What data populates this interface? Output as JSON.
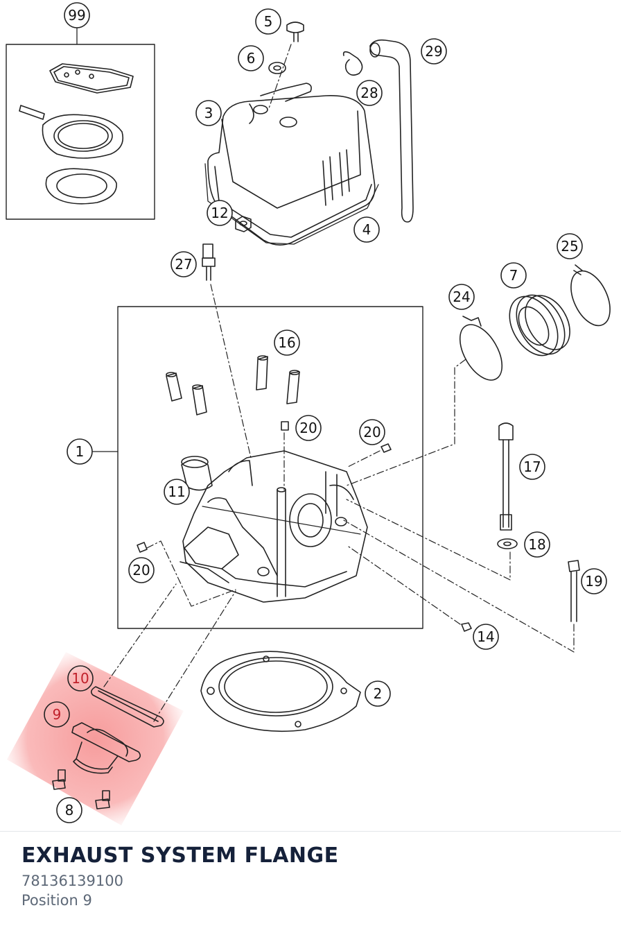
{
  "callouts": [
    {
      "id": "callout-99",
      "label": "99",
      "highlight": false
    },
    {
      "id": "callout-5",
      "label": "5",
      "highlight": false
    },
    {
      "id": "callout-6",
      "label": "6",
      "highlight": false
    },
    {
      "id": "callout-29",
      "label": "29",
      "highlight": false
    },
    {
      "id": "callout-28",
      "label": "28",
      "highlight": false
    },
    {
      "id": "callout-3",
      "label": "3",
      "highlight": false
    },
    {
      "id": "callout-12",
      "label": "12",
      "highlight": false
    },
    {
      "id": "callout-4",
      "label": "4",
      "highlight": false
    },
    {
      "id": "callout-25",
      "label": "25",
      "highlight": false
    },
    {
      "id": "callout-27",
      "label": "27",
      "highlight": false
    },
    {
      "id": "callout-7",
      "label": "7",
      "highlight": false
    },
    {
      "id": "callout-24",
      "label": "24",
      "highlight": false
    },
    {
      "id": "callout-16",
      "label": "16",
      "highlight": false
    },
    {
      "id": "callout-20a",
      "label": "20",
      "highlight": false
    },
    {
      "id": "callout-20b",
      "label": "20",
      "highlight": false
    },
    {
      "id": "callout-1",
      "label": "1",
      "highlight": false
    },
    {
      "id": "callout-17",
      "label": "17",
      "highlight": false
    },
    {
      "id": "callout-11",
      "label": "11",
      "highlight": false
    },
    {
      "id": "callout-18",
      "label": "18",
      "highlight": false
    },
    {
      "id": "callout-19",
      "label": "19",
      "highlight": false
    },
    {
      "id": "callout-20c",
      "label": "20",
      "highlight": false
    },
    {
      "id": "callout-14",
      "label": "14",
      "highlight": false
    },
    {
      "id": "callout-10",
      "label": "10",
      "highlight": true
    },
    {
      "id": "callout-2",
      "label": "2",
      "highlight": false
    },
    {
      "id": "callout-9",
      "label": "9",
      "highlight": true
    },
    {
      "id": "callout-8",
      "label": "8",
      "highlight": false
    }
  ],
  "highlight_color": "#f7a0a0",
  "highlight_label_color": "#c0202a",
  "part": {
    "title": "EXHAUST SYSTEM FLANGE",
    "number": "78136139100",
    "position": "Position 9"
  }
}
